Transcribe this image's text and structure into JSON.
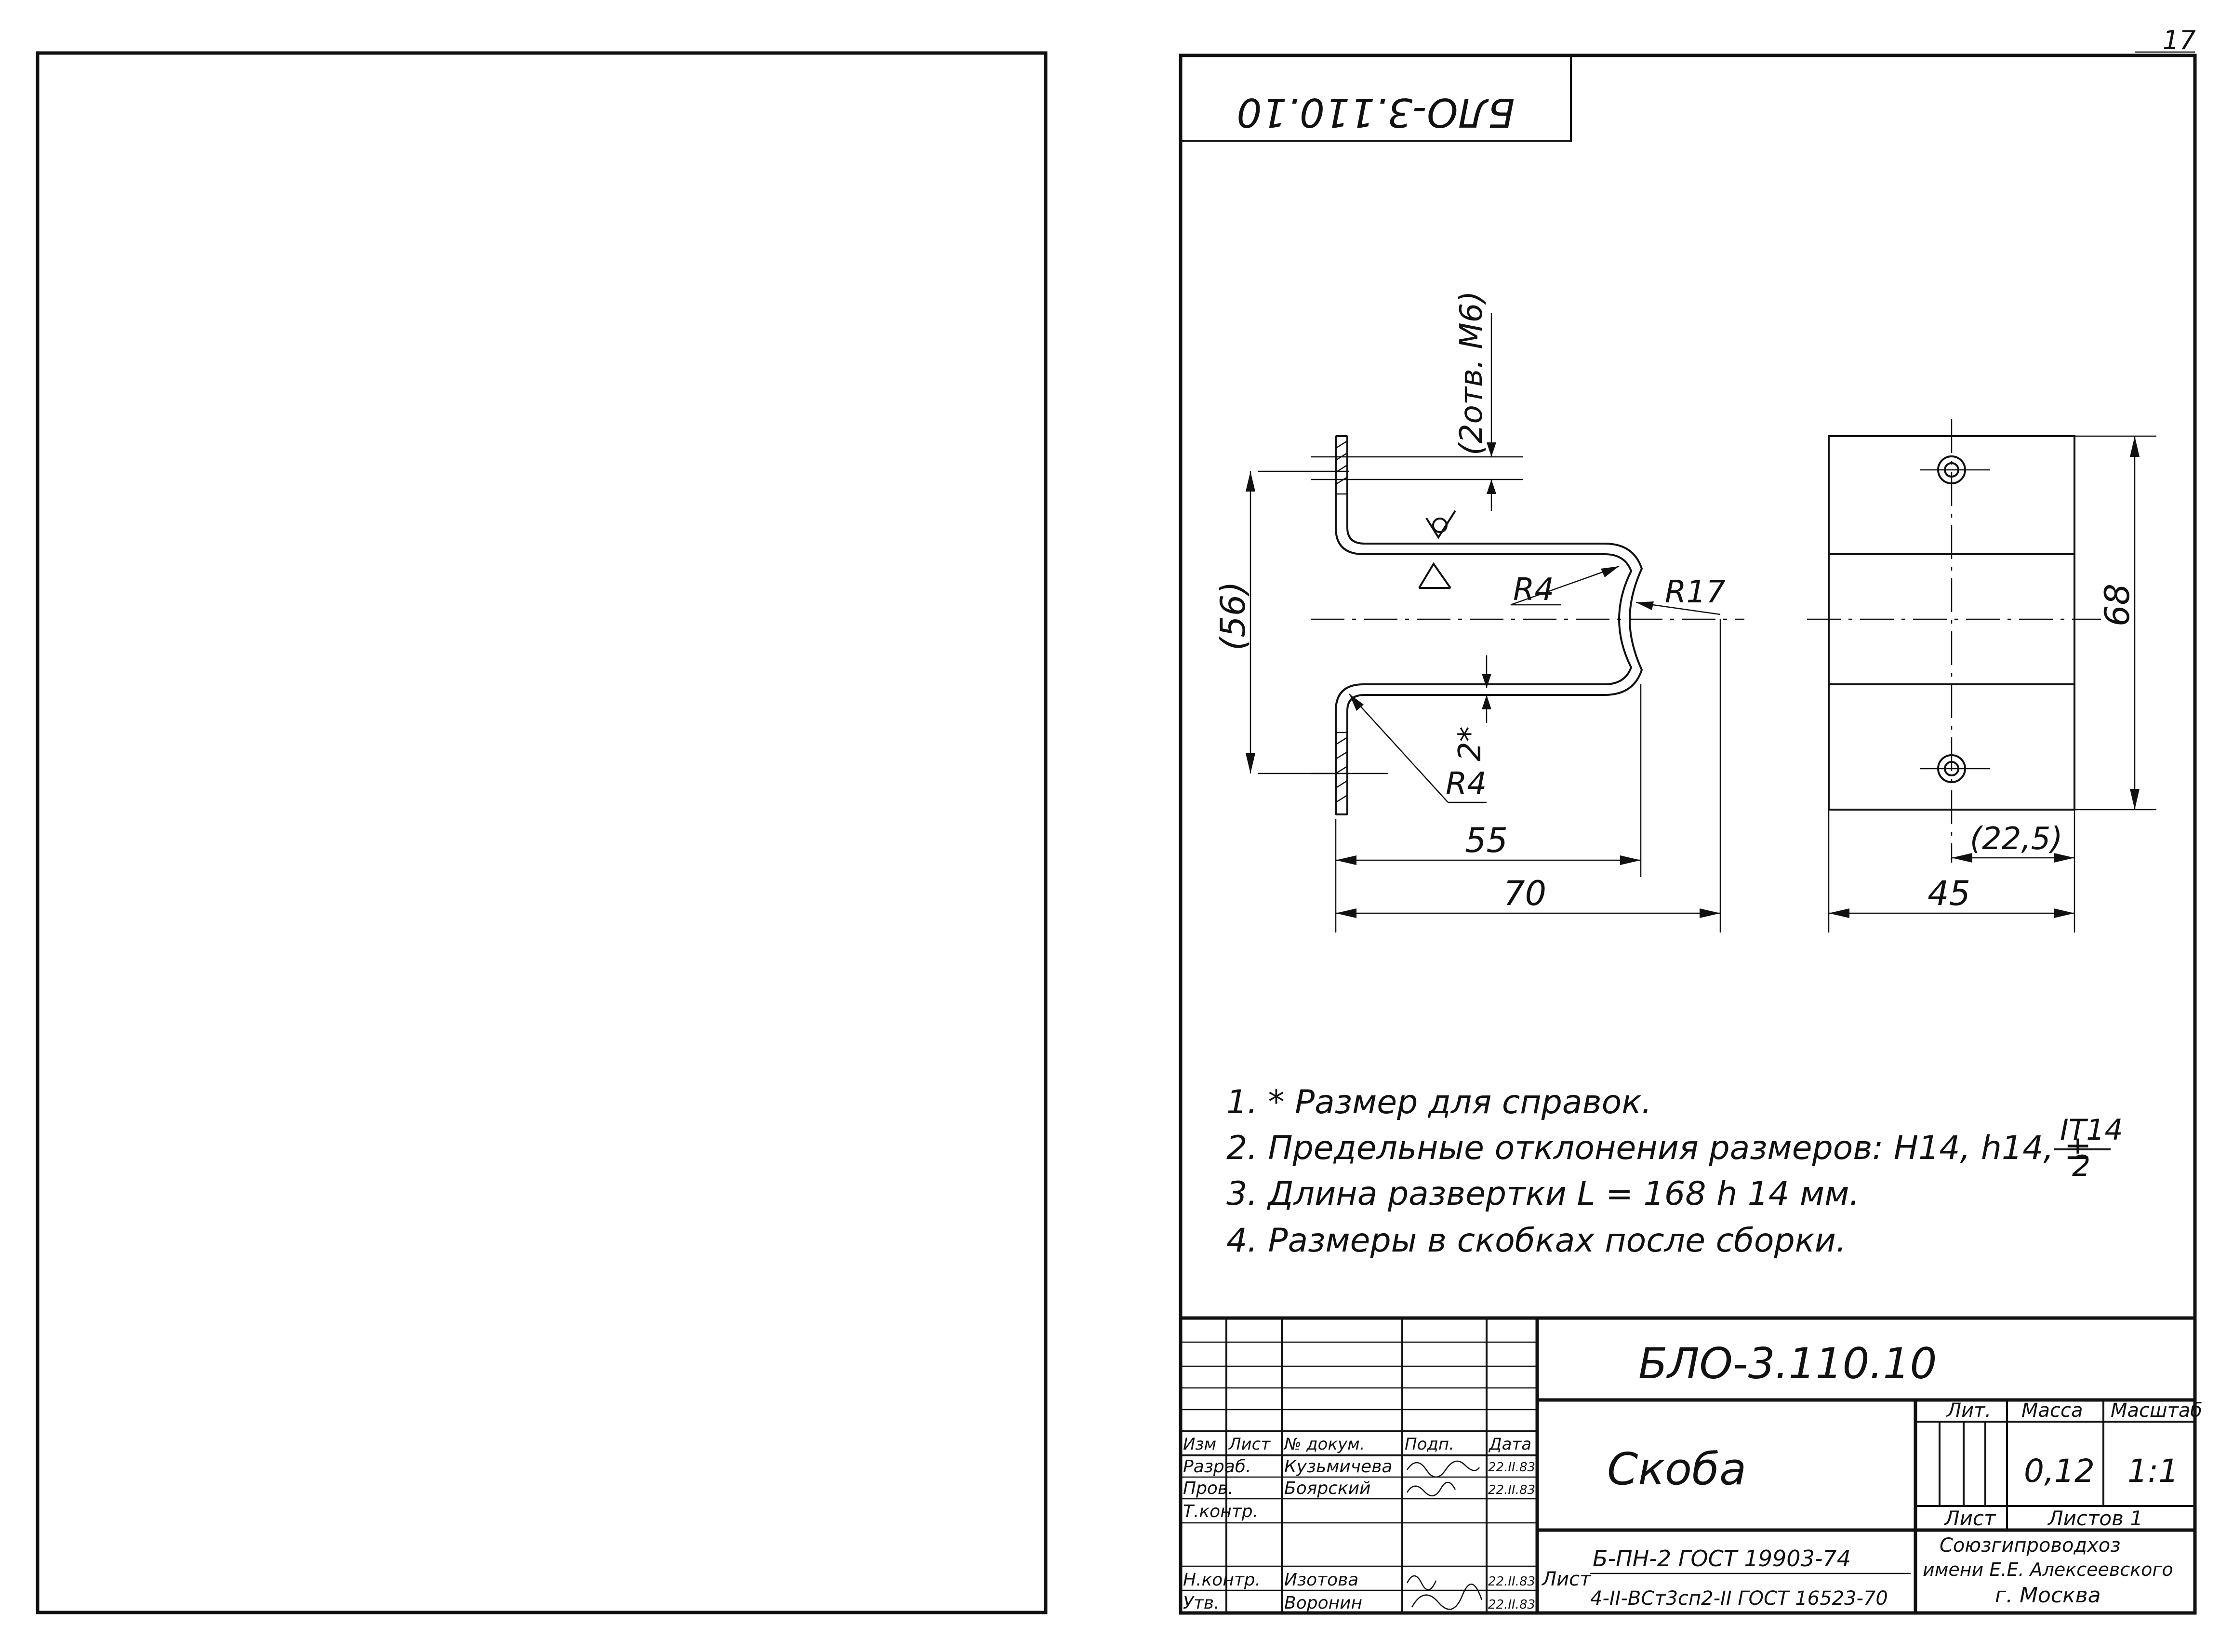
{
  "sheet_number": "17",
  "corner_stamp": "БЛО-3.110.10",
  "dimensions": {
    "holes": "(2отв. М6)",
    "height_56": "(56)",
    "r4_top": "R4",
    "r17": "R17",
    "thickness": "2*",
    "r4_bottom": "R4",
    "d55": "55",
    "d70": "70",
    "d68": "68",
    "d22_5": "(22,5)",
    "d45": "45"
  },
  "notes": [
    "1. * Размер для справок.",
    "2. Предельные отклонения размеров: Н14, h14, ±",
    "3. Длина развертки L = 168 h 14 мм.",
    "4. Размеры в скобках после сборки."
  ],
  "tolerance_fraction": {
    "numerator": "IT14",
    "denominator": "2"
  },
  "title_block": {
    "designation": "БЛО-3.110.10",
    "part_name": "Скоба",
    "header": {
      "izm": "Изм",
      "list": "Лист",
      "doc_no": "№ докум.",
      "sign": "Подп.",
      "date": "Дата"
    },
    "roles": [
      "Разраб.",
      "Пров.",
      "Т.контр.",
      "Н.контр.",
      "Утв."
    ],
    "names": [
      "Кузьмичева",
      "Боярский",
      "Изотова",
      "Воронин"
    ],
    "dates": [
      "22.II.83",
      "22.II.83",
      "22.II.83",
      "22.II.83"
    ],
    "lit_label": "Лит.",
    "mass_label": "Масса",
    "scale_label": "Масштаб",
    "mass_value": "0,12",
    "scale_value": "1:1",
    "sheet_label": "Лист",
    "sheets_label": "Листов 1",
    "material_prefix": "Лист",
    "material_line1": "Б-ПН-2 ГОСТ 19903-74",
    "material_line2": "4-II-ВСт3сп2-II ГОСТ 16523-70",
    "org_line1": "Союзгипроводхоз",
    "org_line2": "имени Е.Е. Алексеевского",
    "org_line3": "г. Москва"
  }
}
